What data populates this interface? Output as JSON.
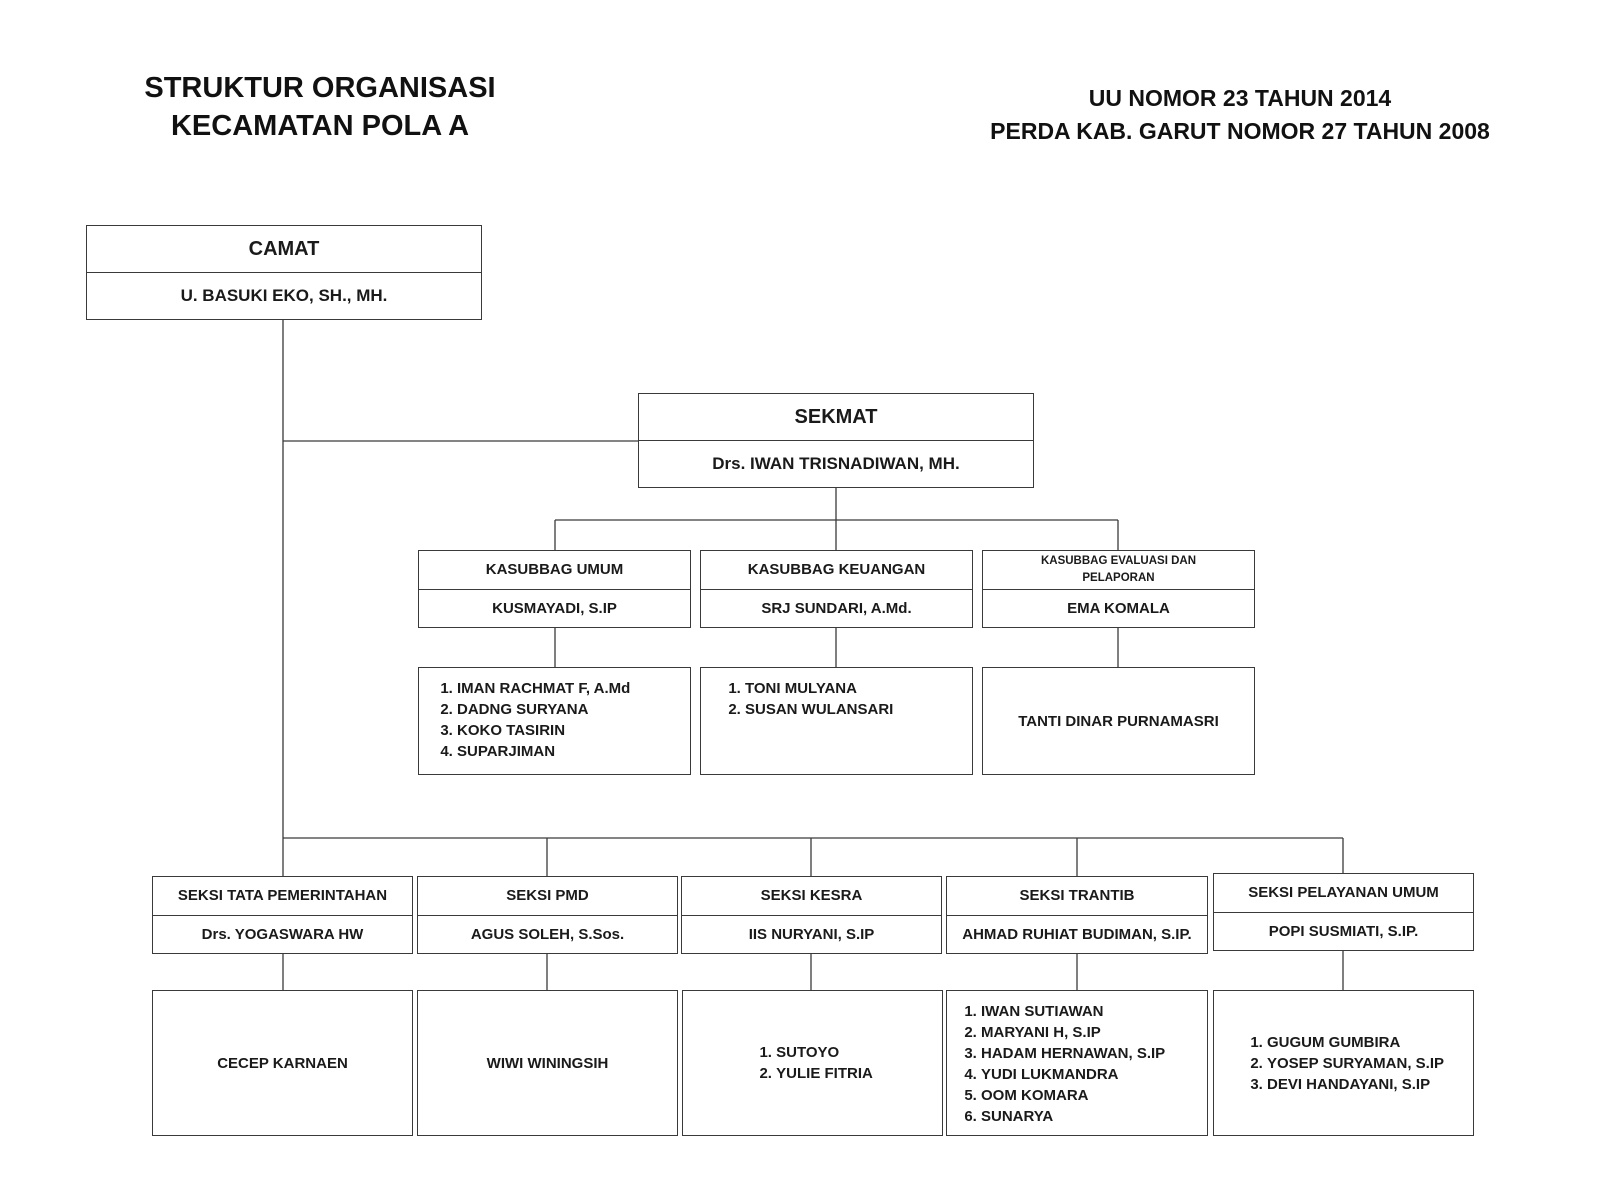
{
  "title": {
    "line1": "STRUKTUR ORGANISASI",
    "line2": "KECAMATAN POLA A"
  },
  "legal": {
    "line1": "UU NOMOR 23 TAHUN 2014",
    "line2": "PERDA KAB. GARUT NOMOR 27 TAHUN 2008"
  },
  "camat": {
    "role": "CAMAT",
    "name": "U. BASUKI EKO, SH., MH."
  },
  "sekmat": {
    "role": "SEKMAT",
    "name": "Drs. IWAN TRISNADIWAN, MH."
  },
  "kasubbag": [
    {
      "role": "KASUBBAG UMUM",
      "name": "KUSMAYADI, S.IP",
      "staff": [
        "IMAN RACHMAT F, A.Md",
        "DADNG SURYANA",
        "KOKO TASIRIN",
        "SUPARJIMAN"
      ]
    },
    {
      "role": "KASUBBAG KEUANGAN",
      "name": "SRJ SUNDARI, A.Md.",
      "staff": [
        "TONI MULYANA",
        "SUSAN WULANSARI"
      ]
    },
    {
      "role": "KASUBBAG EVALUASI DAN PELAPORAN",
      "name": "EMA KOMALA",
      "staff_single": "TANTI DINAR PURNAMASRI"
    }
  ],
  "seksi": [
    {
      "role": "SEKSI TATA PEMERINTAHAN",
      "name": "Drs. YOGASWARA HW",
      "staff_single": "CECEP KARNAEN"
    },
    {
      "role": "SEKSI PMD",
      "name": "AGUS SOLEH, S.Sos.",
      "staff_single": "WIWI WININGSIH"
    },
    {
      "role": "SEKSI KESRA",
      "name": "IIS NURYANI, S.IP",
      "staff": [
        "SUTOYO",
        "YULIE FITRIA"
      ]
    },
    {
      "role": "SEKSI TRANTIB",
      "name": "AHMAD RUHIAT BUDIMAN, S.IP.",
      "staff": [
        "IWAN SUTIAWAN",
        "MARYANI H, S.IP",
        "HADAM HERNAWAN, S.IP",
        "YUDI LUKMANDRA",
        "OOM KOMARA",
        "SUNARYA"
      ]
    },
    {
      "role": "SEKSI PELAYANAN UMUM",
      "name": "POPI SUSMIATI, S.IP.",
      "staff": [
        "GUGUM GUMBIRA",
        "YOSEP SURYAMAN, S.IP",
        "DEVI HANDAYANI, S.IP"
      ]
    }
  ]
}
